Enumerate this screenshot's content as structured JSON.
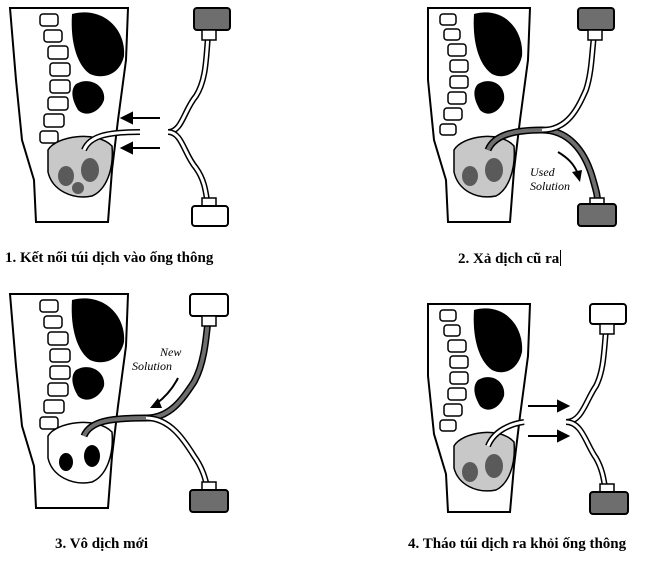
{
  "captions": {
    "step1": "1. Kết nối túi dịch vào ống thông",
    "step2": "2. Xả dịch cũ ra",
    "step3": "3. Vô dịch mới",
    "step4": "4. Tháo túi dịch ra khỏi ống thông"
  },
  "annotations": {
    "used_line1": "Used",
    "used_line2": "Solution",
    "new_line1": "New",
    "new_line2": "Solution"
  },
  "colors": {
    "ink": "#000000",
    "abdomen_fill": "#c8c8c8",
    "fluid_dark": "#5a5a5a",
    "bag_fill": "#6e6e6e",
    "bag_light": "#d9d9d9"
  }
}
